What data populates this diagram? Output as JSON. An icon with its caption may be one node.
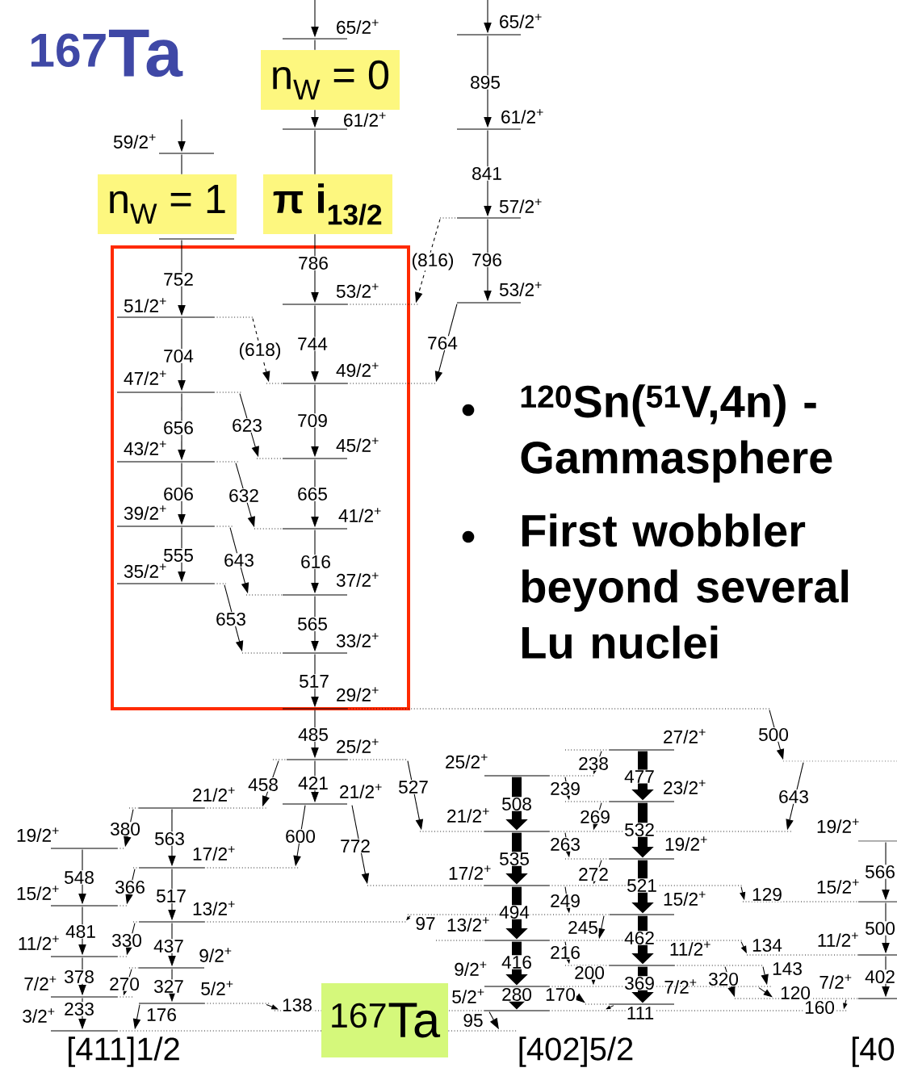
{
  "diagram": {
    "title": "$^{167}$Ta",
    "nodes": [
      {
        "text": [
          "n$_{W}$ = 0"
        ]
      },
      {
        "text": [
          "n$_{W}$ = 1"
        ]
      },
      {
        "text": [
          "π i$_{13/2}$"
        ]
      },
      {
        "text": [],
        "shape": "box"
      },
      {
        "text": [],
        "shape": "line",
        "beside": [
          "65/2$^{+}$"
        ]
      },
      {
        "text": [],
        "shape": "line",
        "beside": [
          "65/2$^{+}$"
        ]
      },
      {
        "text": [],
        "shape": "line",
        "beside": [
          "61/2$^{+}$"
        ]
      },
      {
        "text": [],
        "shape": "line",
        "beside": [
          "61/2$^{+}$"
        ]
      },
      {
        "text": [],
        "shape": "line",
        "beside": [
          "59/2$^{+}$"
        ]
      },
      {
        "text": [],
        "shape": "line",
        "beside": [
          "57/2$^{+}$"
        ]
      },
      {
        "text": [],
        "shape": "line"
      },
      {
        "text": [],
        "shape": "line",
        "beside": [
          "53/2$^{+}$"
        ]
      },
      {
        "text": [],
        "shape": "line",
        "beside": [
          "53/2$^{+}$"
        ]
      },
      {
        "text": [],
        "shape": "line",
        "beside": [
          "51/2$^{+}$"
        ],
        "in": 3
      },
      {
        "text": [],
        "shape": "line",
        "beside": [
          "49/2$^{+}$"
        ]
      },
      {
        "text": [],
        "shape": "line",
        "beside": [
          "47/2$^{+}$"
        ],
        "in": 3
      },
      {
        "text": [],
        "shape": "line",
        "beside": [
          "45/2$^{+}$"
        ],
        "in": 3
      },
      {
        "text": [],
        "shape": "line",
        "beside": [
          "43/2$^{+}$"
        ],
        "in": 3
      },
      {
        "text": [],
        "shape": "line",
        "beside": [
          "41/2$^{+}$"
        ],
        "in": 3
      },
      {
        "text": [],
        "shape": "line",
        "beside": [
          "39/2$^{+}$"
        ],
        "in": 3
      },
      {
        "text": [],
        "shape": "line",
        "beside": [
          "37/2$^{+}$"
        ],
        "in": 3
      },
      {
        "text": [],
        "shape": "line",
        "beside": [
          "35/2$^{+}$"
        ],
        "in": 3
      },
      {
        "text": [],
        "shape": "line",
        "beside": [
          "33/2$^{+}$"
        ],
        "in": 3
      },
      {
        "text": [],
        "shape": "line",
        "beside": [
          "29/2$^{+}$"
        ]
      },
      {
        "text": [],
        "shape": "line",
        "beside": [
          "27/2$^{+}$"
        ]
      },
      {
        "text": [],
        "shape": "line",
        "beside": [
          "25/2$^{+}$"
        ]
      },
      {
        "text": [],
        "shape": "line",
        "beside": [
          "25/2$^{+}$"
        ]
      },
      {
        "text": [],
        "shape": "line"
      },
      {
        "text": [],
        "shape": "line",
        "beside": [
          "23/2$^{+}$"
        ]
      },
      {
        "text": [],
        "shape": "line",
        "beside": [
          "21/2$^{+}$"
        ]
      },
      {
        "text": [],
        "shape": "line",
        "beside": [
          "21/2$^{+}$"
        ]
      },
      {
        "text": [],
        "shape": "line",
        "beside": [
          "21/2$^{+}$"
        ]
      },
      {
        "text": [],
        "shape": "line",
        "beside": [
          "19/2$^{+}$"
        ]
      },
      {
        "text": [],
        "shape": "line",
        "beside": [
          "19/2$^{+}$"
        ]
      },
      {
        "text": [],
        "shape": "line",
        "beside": [
          "19/2$^{+}$"
        ]
      },
      {
        "text": [],
        "shape": "line",
        "beside": [
          "17/2$^{+}$"
        ]
      },
      {
        "text": [],
        "shape": "line",
        "beside": [
          "17/2$^{+}$"
        ]
      },
      {
        "text": [],
        "shape": "line",
        "beside": [
          "15/2$^{+}$"
        ]
      },
      {
        "text": [],
        "shape": "line",
        "beside": [
          "15/2$^{+}$"
        ]
      },
      {
        "text": [],
        "shape": "line",
        "beside": [
          "15/2$^{+}$"
        ]
      },
      {
        "text": [],
        "shape": "line",
        "beside": [
          "13/2$^{+}$"
        ]
      },
      {
        "text": [],
        "shape": "line",
        "beside": [
          "13/2$^{+}$"
        ]
      },
      {
        "text": [],
        "shape": "line",
        "beside": [
          "11/2$^{+}$"
        ]
      },
      {
        "text": [],
        "shape": "line",
        "beside": [
          "11/2$^{+}$"
        ]
      },
      {
        "text": [],
        "shape": "line",
        "beside": [
          "11/2$^{+}$"
        ]
      },
      {
        "text": [],
        "shape": "line",
        "beside": [
          "9/2$^{+}$"
        ]
      },
      {
        "text": [],
        "shape": "line",
        "beside": [
          "9/2$^{+}$"
        ]
      },
      {
        "text": [],
        "shape": "line",
        "beside": [
          "7/2$^{+}$"
        ]
      },
      {
        "text": [],
        "shape": "line",
        "beside": [
          "7/2$^{+}$"
        ]
      },
      {
        "text": [],
        "shape": "line",
        "beside": [
          "7/2$^{+}$"
        ]
      },
      {
        "text": [],
        "shape": "line",
        "beside": [
          "5/2$^{+}$"
        ]
      },
      {
        "text": [],
        "shape": "line",
        "beside": [
          "5/2$^{+}$"
        ]
      },
      {
        "text": [],
        "shape": "line",
        "beside": [
          "3/2$^{+}$"
        ]
      },
      {
        "text": [
          "$^{167}$Ta"
        ]
      }
    ],
    "edges": [
      {
        "from": null,
        "to": 4,
        "arrow": "to"
      },
      {
        "from": 4,
        "to": 0,
        "arrow": "none"
      },
      {
        "from": 0,
        "to": 6,
        "arrow": "to"
      },
      {
        "from": 6,
        "to": 2,
        "arrow": "none"
      },
      {
        "from": 2,
        "to": 12,
        "arrow": "to",
        "label": "786"
      },
      {
        "from": null,
        "to": 5,
        "arrow": "to"
      },
      {
        "from": 5,
        "to": 7,
        "arrow": "to",
        "label": "895"
      },
      {
        "from": 7,
        "to": 9,
        "arrow": "to",
        "label": "841"
      },
      {
        "from": 9,
        "to": 11,
        "arrow": "to",
        "label": "796"
      },
      {
        "from": 9,
        "to": 12,
        "arrow": "to",
        "label": "(816)",
        "style": "dashed"
      },
      {
        "from": 11,
        "to": 14,
        "arrow": "to",
        "label": "764"
      },
      {
        "from": null,
        "to": 8,
        "arrow": "to"
      },
      {
        "from": 8,
        "to": 1,
        "arrow": "none"
      },
      {
        "from": 10,
        "to": 13,
        "arrow": "to",
        "label": "752"
      },
      {
        "from": 12,
        "to": 14,
        "arrow": "to",
        "label": "744"
      },
      {
        "from": 13,
        "to": 15,
        "arrow": "to",
        "label": "704"
      },
      {
        "from": 13,
        "to": 14,
        "arrow": "to",
        "label": "(618)",
        "style": "dashed"
      },
      {
        "from": 14,
        "to": 16,
        "arrow": "to",
        "label": "709"
      },
      {
        "from": 15,
        "to": 17,
        "arrow": "to",
        "label": "656"
      },
      {
        "from": 15,
        "to": 16,
        "arrow": "to",
        "label": "623"
      },
      {
        "from": 16,
        "to": 18,
        "arrow": "to",
        "label": "665"
      },
      {
        "from": 17,
        "to": 19,
        "arrow": "to",
        "label": "606"
      },
      {
        "from": 17,
        "to": 18,
        "arrow": "to",
        "label": "632"
      },
      {
        "from": 18,
        "to": 20,
        "arrow": "to",
        "label": "616"
      },
      {
        "from": 19,
        "to": 21,
        "arrow": "to",
        "label": "555"
      },
      {
        "from": 19,
        "to": 20,
        "arrow": "to",
        "label": "643"
      },
      {
        "from": 20,
        "to": 22,
        "arrow": "to",
        "label": "565"
      },
      {
        "from": 21,
        "to": 22,
        "arrow": "to",
        "label": "653"
      },
      {
        "from": 22,
        "to": 23,
        "arrow": "to",
        "label": "517"
      },
      {
        "from": 23,
        "to": 25,
        "arrow": "to",
        "label": "485"
      },
      {
        "from": 23,
        "to": 27,
        "arrow": "to",
        "label": "500"
      },
      {
        "from": 24,
        "to": 26,
        "arrow": "to",
        "label": "238"
      },
      {
        "from": 24,
        "to": 28,
        "arrow": "to",
        "label": "477",
        "style": "thick"
      },
      {
        "from": 25,
        "to": 30,
        "arrow": "to",
        "label": "458"
      },
      {
        "from": 25,
        "to": 29,
        "arrow": "to",
        "label": "421"
      },
      {
        "from": 25,
        "to": 31,
        "arrow": "to",
        "label": "527"
      },
      {
        "from": 26,
        "to": 28,
        "arrow": "to",
        "label": "239"
      },
      {
        "from": 26,
        "to": 31,
        "arrow": "to",
        "label": "508",
        "style": "thick"
      },
      {
        "from": 27,
        "to": 31,
        "arrow": "to",
        "label": "643"
      },
      {
        "from": 28,
        "to": 31,
        "arrow": "to",
        "label": "269"
      },
      {
        "from": 28,
        "to": 34,
        "arrow": "to",
        "label": "532",
        "style": "thick"
      },
      {
        "from": 29,
        "to": 35,
        "arrow": "to",
        "label": "600"
      },
      {
        "from": 29,
        "to": 36,
        "arrow": "to",
        "label": "772"
      },
      {
        "from": 30,
        "to": 33,
        "arrow": "to",
        "label": "380"
      },
      {
        "from": 30,
        "to": 35,
        "arrow": "to",
        "label": "563"
      },
      {
        "from": 31,
        "to": 34,
        "arrow": "to",
        "label": "263"
      },
      {
        "from": 31,
        "to": 36,
        "arrow": "to",
        "label": "535",
        "style": "thick"
      },
      {
        "from": 32,
        "to": 37,
        "arrow": "to",
        "label": "566"
      },
      {
        "from": 33,
        "to": 38,
        "arrow": "to",
        "label": "548"
      },
      {
        "from": 34,
        "to": 36,
        "arrow": "to",
        "label": "272"
      },
      {
        "from": 34,
        "to": 39,
        "arrow": "to",
        "label": "521",
        "style": "thick"
      },
      {
        "from": 35,
        "to": 38,
        "arrow": "to",
        "label": "366"
      },
      {
        "from": 35,
        "to": 40,
        "arrow": "to",
        "label": "517"
      },
      {
        "from": 36,
        "to": 37,
        "arrow": "to",
        "label": "129"
      },
      {
        "from": 36,
        "to": 39,
        "arrow": "to",
        "label": "249"
      },
      {
        "from": 36,
        "to": 41,
        "arrow": "to",
        "label": "494",
        "style": "thick"
      },
      {
        "from": 37,
        "to": 42,
        "arrow": "to",
        "label": "500"
      },
      {
        "from": 38,
        "to": 43,
        "arrow": "to",
        "label": "481"
      },
      {
        "from": 39,
        "to": 40,
        "arrow": "to",
        "label": "97"
      },
      {
        "from": 39,
        "to": 41,
        "arrow": "to",
        "label": "245"
      },
      {
        "from": 39,
        "to": 44,
        "arrow": "to",
        "label": "462",
        "style": "thick"
      },
      {
        "from": 40,
        "to": 43,
        "arrow": "to",
        "label": "330"
      },
      {
        "from": 40,
        "to": 45,
        "arrow": "to",
        "label": "437"
      },
      {
        "from": 41,
        "to": 42,
        "arrow": "to",
        "label": "134"
      },
      {
        "from": 41,
        "to": 44,
        "arrow": "to",
        "label": "216"
      },
      {
        "from": 41,
        "to": 46,
        "arrow": "to",
        "label": "416",
        "style": "thick"
      },
      {
        "from": 42,
        "to": 47,
        "arrow": "to",
        "label": "402"
      },
      {
        "from": 43,
        "to": 48,
        "arrow": "to",
        "label": "378"
      },
      {
        "from": 44,
        "to": 46,
        "arrow": "to",
        "label": "200"
      },
      {
        "from": 44,
        "to": 47,
        "arrow": "to",
        "label": "320"
      },
      {
        "from": 44,
        "to": 46,
        "arrow": "to",
        "label": "143"
      },
      {
        "from": 44,
        "to": 49,
        "arrow": "to",
        "label": "369",
        "style": "thick"
      },
      {
        "from": 45,
        "to": 48,
        "arrow": "to",
        "label": "270"
      },
      {
        "from": 45,
        "to": 50,
        "arrow": "to",
        "label": "327"
      },
      {
        "from": 46,
        "to": 47,
        "arrow": "to",
        "label": "120"
      },
      {
        "from": 46,
        "to": 49,
        "arrow": "to",
        "label": "170"
      },
      {
        "from": 46,
        "to": 51,
        "arrow": "to",
        "label": "280",
        "style": "thick"
      },
      {
        "from": 47,
        "to": 51,
        "arrow": "to",
        "label": "160"
      },
      {
        "from": 48,
        "to": 52,
        "arrow": "to",
        "label": "233"
      },
      {
        "from": 49,
        "to": 51,
        "arrow": "to",
        "label": "111"
      },
      {
        "from": 50,
        "to": 52,
        "arrow": "to",
        "label": "176"
      },
      {
        "from": 50,
        "to": 51,
        "arrow": "to",
        "label": "138"
      },
      {
        "from": 51,
        "to": 52,
        "arrow": "to",
        "label": "95"
      }
    ],
    "labels": [
      "$^{120}$Sn($^{51}$V,4n) - Gammasphere",
      "First wobbler beyond several Lu nuclei",
      "[411]1/2",
      "[402]5/2",
      "[40"
    ]
  }
}
